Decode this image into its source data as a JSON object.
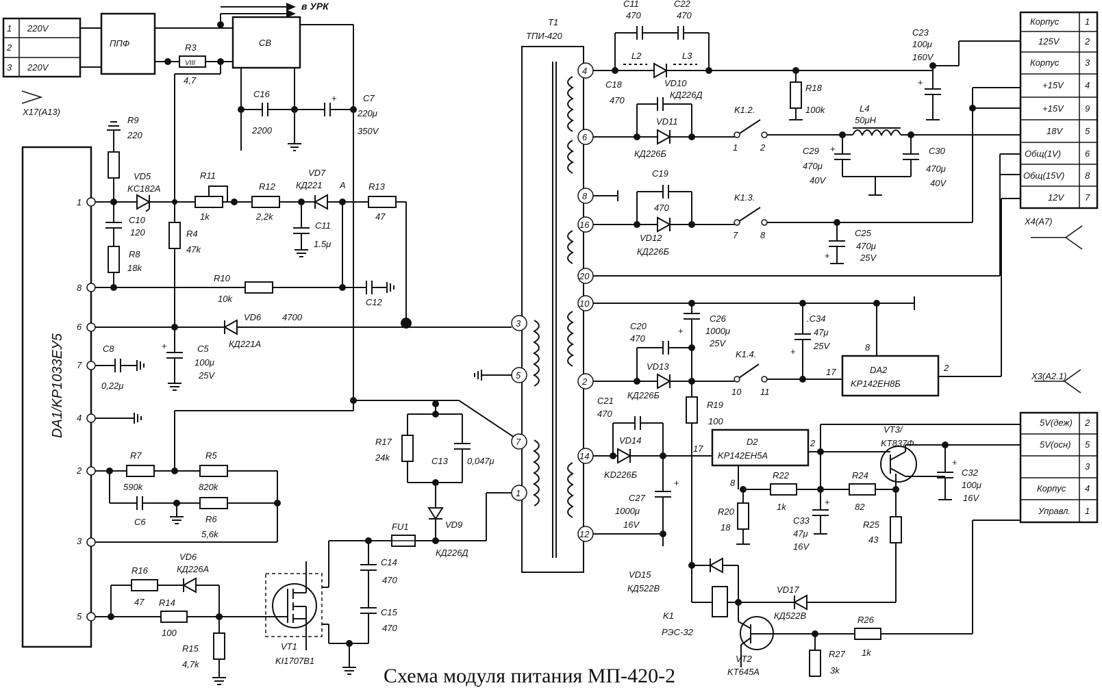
{
  "title": "Схема модуля питания МП-420-2",
  "blocks": {
    "ppf": "ППФ",
    "sv": "СВ",
    "to_urk": "в УРК",
    "da1": "DA1/KP1033EУ5",
    "t1_ref": "T1",
    "t1_type": "ТПИ-420",
    "da2_ref": "DA2",
    "da2_type": "KP142EH8Б",
    "d2_ref": "D2",
    "d2_type": "KP142EH5A",
    "point_a": "A"
  },
  "input_connector": {
    "ref": "X17(A13)",
    "rows": [
      {
        "pin": "1",
        "label": "220V"
      },
      {
        "pin": "2",
        "label": ""
      },
      {
        "pin": "3",
        "label": "220V"
      }
    ]
  },
  "connector_x4": {
    "ref": "X4(A7)",
    "rows": [
      {
        "label": "Корпус",
        "pin": "1"
      },
      {
        "label": "125V",
        "pin": "2"
      },
      {
        "label": "Корпус",
        "pin": "3"
      },
      {
        "label": "+15V",
        "pin": "4"
      },
      {
        "label": "+15V",
        "pin": "9"
      },
      {
        "label": "18V",
        "pin": "5"
      },
      {
        "label": "Общ(1V)",
        "pin": "6"
      },
      {
        "label": "Общ(15V)",
        "pin": "8"
      },
      {
        "label": "12V",
        "pin": "7"
      }
    ]
  },
  "connector_x3": {
    "ref": "X3(A2.1)",
    "rows": [
      {
        "label": "5V(деж)",
        "pin": "2"
      },
      {
        "label": "5V(осн)",
        "pin": "5"
      },
      {
        "label": "",
        "pin": "3"
      },
      {
        "label": "Корпус",
        "pin": "4"
      },
      {
        "label": "Управл.",
        "pin": "1"
      }
    ]
  },
  "da1_pins": [
    "1",
    "8",
    "6",
    "7",
    "4",
    "2",
    "3",
    "5"
  ],
  "t1_pins": [
    "4",
    "6",
    "8",
    "16",
    "20",
    "10",
    "2",
    "14",
    "12",
    "3",
    "5",
    "7",
    "1"
  ],
  "components": {
    "r3": "R3",
    "r3_v": "4,7",
    "r3_body": "VIII",
    "c16": "C16",
    "c16_v": "2200",
    "c7": "C7",
    "c7_v1": "220μ",
    "c7_v2": "350V",
    "r9": "R9",
    "r9_v": "220",
    "vd5": "VD5",
    "vd5_v": "KC182A",
    "r11": "R11",
    "r11_v": "1k",
    "r12": "R12",
    "r12_v": "2,2k",
    "vd7": "VD7",
    "vd7_v": "КД221",
    "r13": "R13",
    "r13_v": "47",
    "c10": "C10",
    "c10_v": "120",
    "r8": "R8",
    "r8_v": "18k",
    "r4": "R4",
    "r4_v": "47k",
    "c11a": "C11",
    "c11a_v": "1.5μ",
    "r10": "R10",
    "r10_v": "10k",
    "c12": "C12",
    "vd6": "VD6",
    "vd6_v": "КД221A",
    "vd6_n": "4700",
    "c5": "C5",
    "c5_v1": "100μ",
    "c5_v2": "25V",
    "c8": "C8",
    "c8_v": "0,22μ",
    "r7": "R7",
    "r7_v": "590k",
    "r5": "R5",
    "r5_v": "820k",
    "c6": "C6",
    "r6": "R6",
    "r6_v": "5,6k",
    "r16": "R16",
    "r16_v": "47",
    "vd6b": "VD6",
    "vd6b_v": "КД226A",
    "r14": "R14",
    "r14_v": "100",
    "r15": "R15",
    "r15_v": "4,7k",
    "vt1": "VT1",
    "vt1_v": "KI1707B1",
    "fu1": "FU1",
    "c14": "C14",
    "c14_v": "470",
    "c15": "C15",
    "c15_v": "470",
    "r17": "R17",
    "r17_v": "24k",
    "c13": "C13",
    "c13_v": "0,047μ",
    "vd9": "VD9",
    "vd9_v": "КД226Д",
    "c11": "C11",
    "c11_v": "470",
    "c22": "C22",
    "c22_v": "470",
    "l2": "L2",
    "l3": "L3",
    "c18": "C18",
    "c18_v": "470",
    "vd10": "VD10",
    "vd10_v": "КД226Д",
    "r18": "R18",
    "r18_v": "100k",
    "c23": "C23",
    "c23_v1": "100μ",
    "c23_v2": "160V",
    "k12": "K1.2.",
    "k12_p1": "1",
    "k12_p2": "2",
    "vd11": "VD11",
    "vd11_v": "КД226Б",
    "l4": "L4",
    "l4_v": "50μH",
    "c29": "C29",
    "c29_v1": "470μ",
    "c29_v2": "40V",
    "c30": "C30",
    "c30_v1": "470μ",
    "c30_v2": "40V",
    "c19": "C19",
    "c19_v": "470",
    "k13": "K1.3.",
    "k13_p1": "7",
    "k13_p2": "8",
    "vd12": "VD12",
    "vd12_v": "КД226Б",
    "c25": "C25",
    "c25_v1": "470μ",
    "c25_v2": "25V",
    "c26": "C26",
    "c26_v1": "1000μ",
    "c26_v2": "25V",
    "c34": ".C34",
    "c34_v1": "47μ",
    "c34_v2": "25V",
    "c20": "C20",
    "c20_v": "470",
    "vd13": "VD13",
    "vd13_v": "КД226Б",
    "k14": "K1.4.",
    "k14_p1": "10",
    "k14_p2": "11",
    "da2_p8": "8",
    "da2_p17": "17",
    "da2_p2": "2",
    "r19": "R19",
    "r19_v": "100",
    "c21": "C21",
    "c21_v": "470",
    "vd14": "VD14",
    "vd14_v": "KD226Б",
    "d2_p17": "17",
    "d2_p2": "2",
    "d2_p8": "8",
    "c27": "C27",
    "c27_v1": "1000μ",
    "c27_v2": "16V",
    "vt3": "VT3/",
    "vt3_v": "KT837Ф",
    "c32": "C32",
    "c32_v1": "100μ",
    "c32_v2": "16V",
    "r22": "R22",
    "r22_v": "1k",
    "r24": "R24",
    "r24_v": "82",
    "r20": "R20",
    "r20_v": "18",
    "c33": "C33",
    "c33_v1": "47μ",
    "c33_v2": "16V",
    "r25": "R25",
    "r25_v": "43",
    "vd15": "VD15",
    "vd15_v": "КД522B",
    "k1": "K1",
    "k1_v": "РЭС-32",
    "vd17": "VD17",
    "vd17_v": "КД522B",
    "vt2": "VT2",
    "vt2_v": "KT645A",
    "r26": "R26",
    "r26_v": "1k",
    "r27": "R27",
    "r27_v": "3k"
  }
}
